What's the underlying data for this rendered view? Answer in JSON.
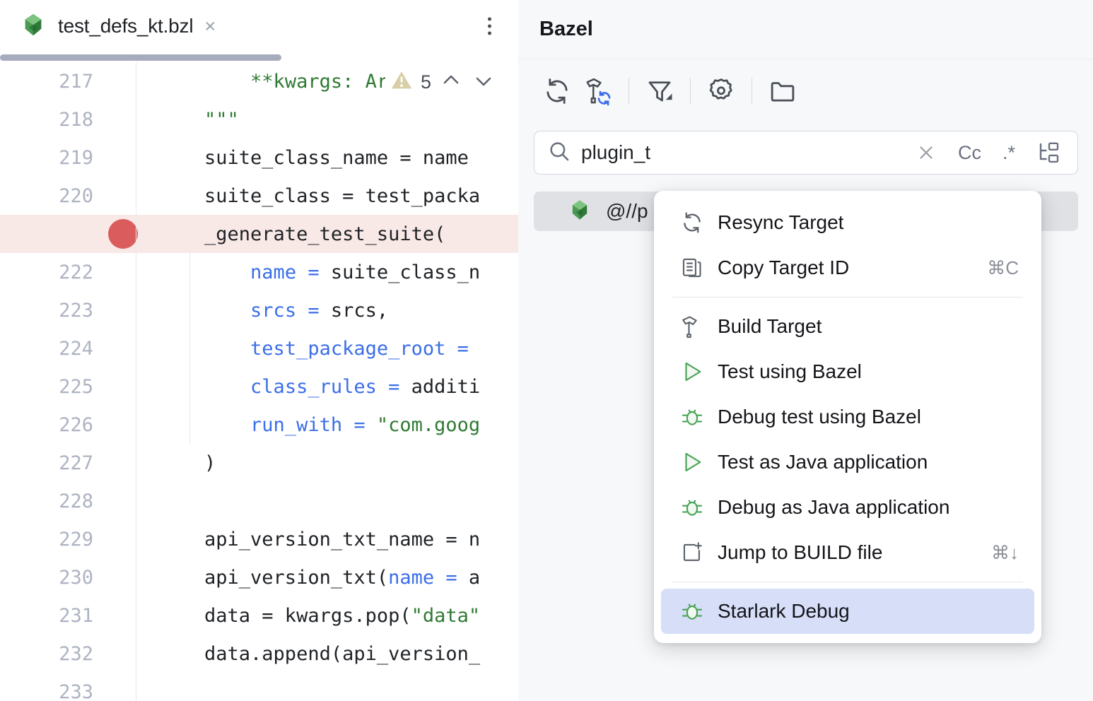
{
  "editor": {
    "tab": {
      "icon": "bazel-leaf-icon",
      "filename": "test_defs_kt.bzl",
      "close_glyph": "×",
      "kebab": "more-options"
    },
    "inspection": {
      "icon": "warning-triangle-icon",
      "count": "5",
      "prev_glyph": "∧",
      "next_glyph": "∨"
    },
    "lines": [
      {
        "number": "217",
        "breakpoint": false,
        "indent_guide": false,
        "tokens": [
          {
            "t": "        ",
            "c": "plain"
          },
          {
            "t": "**kwargs: Ar",
            "c": "kw"
          }
        ]
      },
      {
        "number": "218",
        "breakpoint": false,
        "indent_guide": false,
        "tokens": [
          {
            "t": "    ",
            "c": "plain"
          },
          {
            "t": "\"\"\"",
            "c": "str"
          }
        ]
      },
      {
        "number": "219",
        "breakpoint": false,
        "indent_guide": false,
        "tokens": [
          {
            "t": "    suite_class_name = name",
            "c": "plain"
          }
        ]
      },
      {
        "number": "220",
        "breakpoint": false,
        "indent_guide": false,
        "tokens": [
          {
            "t": "    suite_class = test_packa",
            "c": "plain"
          }
        ]
      },
      {
        "number": "221",
        "breakpoint": true,
        "indent_guide": false,
        "tokens": [
          {
            "t": "    _generate_test_suite(",
            "c": "plain"
          }
        ]
      },
      {
        "number": "222",
        "breakpoint": false,
        "indent_guide": true,
        "tokens": [
          {
            "t": "        ",
            "c": "plain"
          },
          {
            "t": "name",
            "c": "attr"
          },
          {
            "t": " ",
            "c": "plain"
          },
          {
            "t": "=",
            "c": "attr"
          },
          {
            "t": " suite_class_n",
            "c": "plain"
          }
        ]
      },
      {
        "number": "223",
        "breakpoint": false,
        "indent_guide": true,
        "tokens": [
          {
            "t": "        ",
            "c": "plain"
          },
          {
            "t": "srcs",
            "c": "attr"
          },
          {
            "t": " ",
            "c": "plain"
          },
          {
            "t": "=",
            "c": "attr"
          },
          {
            "t": " srcs,",
            "c": "plain"
          }
        ]
      },
      {
        "number": "224",
        "breakpoint": false,
        "indent_guide": true,
        "tokens": [
          {
            "t": "        ",
            "c": "plain"
          },
          {
            "t": "test_package_root",
            "c": "attr"
          },
          {
            "t": " ",
            "c": "plain"
          },
          {
            "t": "=",
            "c": "attr"
          },
          {
            "t": " ",
            "c": "plain"
          }
        ]
      },
      {
        "number": "225",
        "breakpoint": false,
        "indent_guide": true,
        "tokens": [
          {
            "t": "        ",
            "c": "plain"
          },
          {
            "t": "class_rules",
            "c": "attr"
          },
          {
            "t": " ",
            "c": "plain"
          },
          {
            "t": "=",
            "c": "attr"
          },
          {
            "t": " additi",
            "c": "plain"
          }
        ]
      },
      {
        "number": "226",
        "breakpoint": false,
        "indent_guide": true,
        "tokens": [
          {
            "t": "        ",
            "c": "plain"
          },
          {
            "t": "run_with",
            "c": "attr"
          },
          {
            "t": " ",
            "c": "plain"
          },
          {
            "t": "=",
            "c": "attr"
          },
          {
            "t": " ",
            "c": "plain"
          },
          {
            "t": "\"com.goog",
            "c": "str"
          }
        ]
      },
      {
        "number": "227",
        "breakpoint": false,
        "indent_guide": false,
        "tokens": [
          {
            "t": "    )",
            "c": "plain"
          }
        ]
      },
      {
        "number": "228",
        "breakpoint": false,
        "indent_guide": false,
        "tokens": []
      },
      {
        "number": "229",
        "breakpoint": false,
        "indent_guide": false,
        "tokens": [
          {
            "t": "    api_version_txt_name = n",
            "c": "plain"
          }
        ]
      },
      {
        "number": "230",
        "breakpoint": false,
        "indent_guide": false,
        "tokens": [
          {
            "t": "    api_version_txt(",
            "c": "plain"
          },
          {
            "t": "name",
            "c": "attr"
          },
          {
            "t": " ",
            "c": "plain"
          },
          {
            "t": "=",
            "c": "attr"
          },
          {
            "t": " a",
            "c": "plain"
          }
        ]
      },
      {
        "number": "231",
        "breakpoint": false,
        "indent_guide": false,
        "tokens": [
          {
            "t": "    data = kwargs.pop(",
            "c": "plain"
          },
          {
            "t": "\"data\"",
            "c": "str"
          }
        ]
      },
      {
        "number": "232",
        "breakpoint": false,
        "indent_guide": false,
        "tokens": [
          {
            "t": "    data.append(api_version_",
            "c": "plain"
          }
        ]
      },
      {
        "number": "233",
        "breakpoint": false,
        "indent_guide": false,
        "tokens": []
      }
    ]
  },
  "bazel": {
    "title": "Bazel",
    "toolbar": [
      {
        "name": "resync-icon",
        "tooltip": "Resync"
      },
      {
        "name": "build-resync-icon",
        "tooltip": "Build and Resync"
      },
      {
        "name": "filter-icon",
        "tooltip": "Filter"
      },
      {
        "name": "gear-icon",
        "tooltip": "Settings"
      },
      {
        "name": "folder-icon",
        "tooltip": "Show Directories"
      }
    ],
    "search": {
      "icon": "search-icon",
      "value": "plugin_t",
      "placeholder": "Search",
      "clear_glyph": "×",
      "match_case_label": "Cc",
      "regex_label": ".*",
      "tree_icon": "tree-view-icon"
    },
    "results": [
      {
        "icon": "bazel-leaf-icon",
        "label": "@//p"
      }
    ]
  },
  "context_menu": {
    "items": [
      {
        "icon": "resync-icon",
        "label": "Resync Target",
        "shortcut": "",
        "selected": false,
        "separator_after": false
      },
      {
        "icon": "copy-icon",
        "label": "Copy Target ID",
        "shortcut": "⌘C",
        "selected": false,
        "separator_after": true
      },
      {
        "icon": "hammer-icon",
        "label": "Build Target",
        "shortcut": "",
        "selected": false,
        "separator_after": false
      },
      {
        "icon": "run-play-icon",
        "label": "Test using Bazel",
        "shortcut": "",
        "selected": false,
        "separator_after": false
      },
      {
        "icon": "debug-bug-icon",
        "label": "Debug test using Bazel",
        "shortcut": "",
        "selected": false,
        "separator_after": false
      },
      {
        "icon": "run-play-icon",
        "label": "Test as Java application",
        "shortcut": "",
        "selected": false,
        "separator_after": false
      },
      {
        "icon": "debug-bug-icon",
        "label": "Debug as Java application",
        "shortcut": "",
        "selected": false,
        "separator_after": false
      },
      {
        "icon": "jump-to-file-icon",
        "label": "Jump to BUILD file",
        "shortcut": "⌘↓",
        "selected": false,
        "separator_after": true
      },
      {
        "icon": "debug-bug-icon",
        "label": "Starlark Debug",
        "shortcut": "",
        "selected": true,
        "separator_after": false
      }
    ]
  },
  "colors": {
    "accent_selection": "#d7def8",
    "breakpoint_red": "#db5c5c",
    "breakpoint_row_bg": "#f8e8e6",
    "bazel_green": "#43a047",
    "attribute_blue": "#3b6ee8",
    "string_green": "#2f7a33",
    "panel_bg": "#f7f8fa"
  }
}
